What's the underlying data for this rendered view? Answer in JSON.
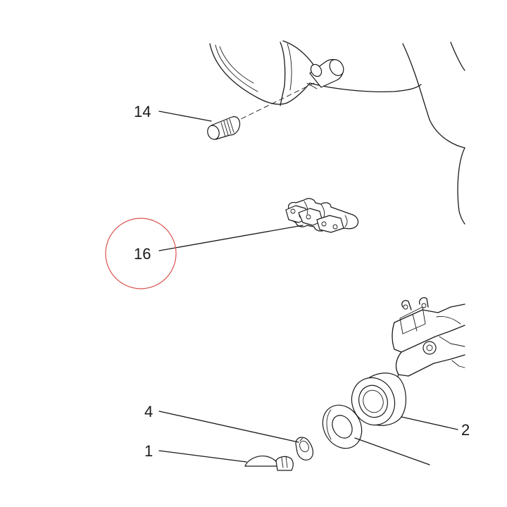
{
  "diagram": {
    "callouts": [
      {
        "id": "14",
        "label": "14"
      },
      {
        "id": "16",
        "label": "16"
      },
      {
        "id": "4",
        "label": "4"
      },
      {
        "id": "1",
        "label": "1"
      },
      {
        "id": "2",
        "label": "2"
      }
    ],
    "highlight": {
      "target": "16",
      "color": "#d9534f"
    },
    "line_color": "#1a1a1a"
  }
}
